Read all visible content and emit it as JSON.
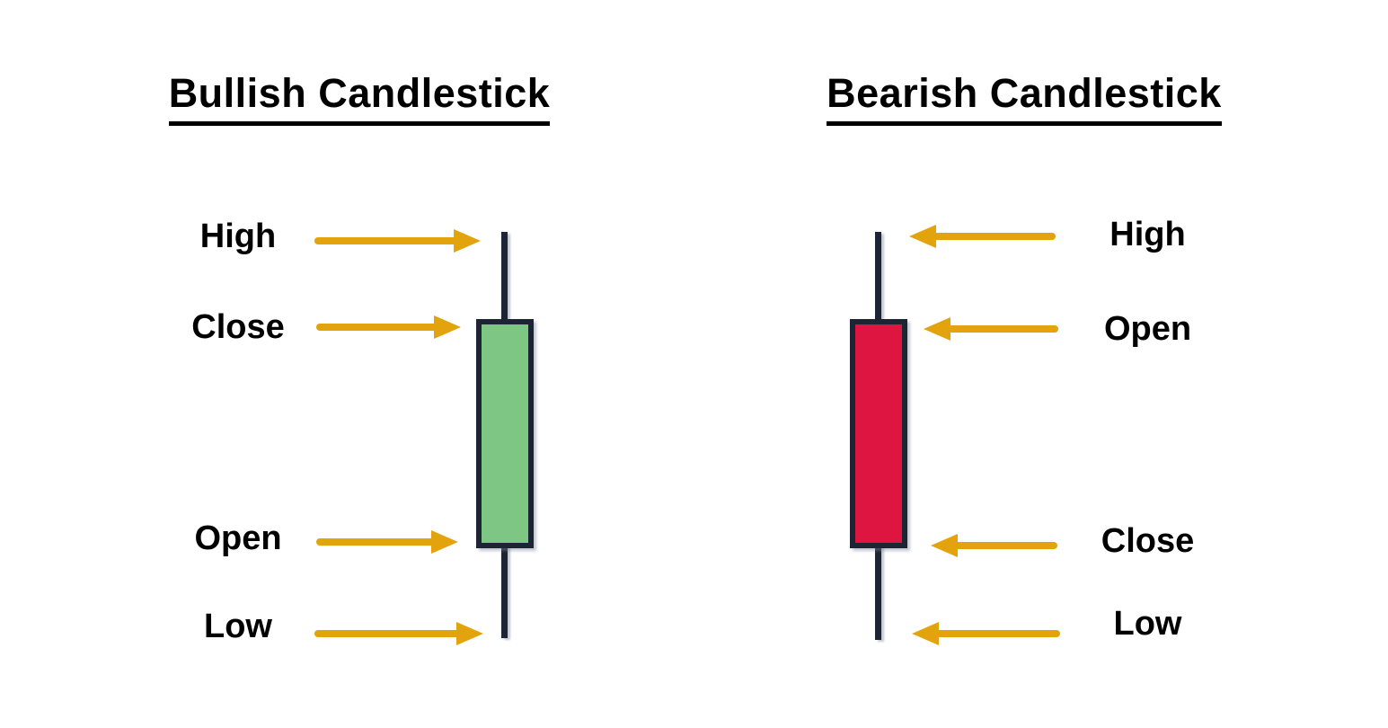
{
  "colors": {
    "background": "#ffffff",
    "text": "#000000",
    "arrow": "#e2a30d",
    "candle_outline": "#1d2534",
    "bullish_body": "#7ec683",
    "bearish_body": "#de1441"
  },
  "bullish": {
    "title": "Bullish Candlestick",
    "candle_color_name": "green",
    "labels": {
      "high": "High",
      "close": "Close",
      "open": "Open",
      "low": "Low"
    }
  },
  "bearish": {
    "title": "Bearish Candlestick",
    "candle_color_name": "red",
    "labels": {
      "high": "High",
      "open": "Open",
      "close": "Close",
      "low": "Low"
    }
  }
}
